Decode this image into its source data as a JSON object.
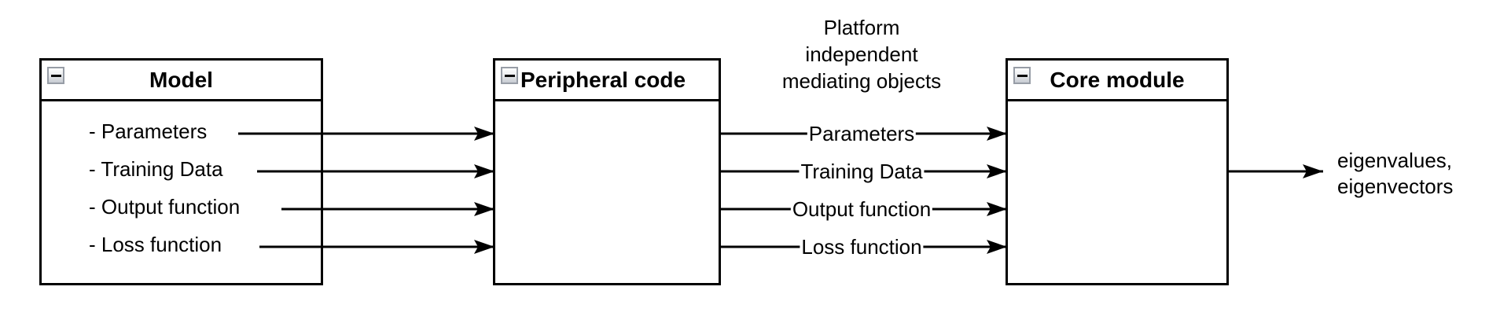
{
  "diagram": {
    "boxes": [
      {
        "title": "Model",
        "items": [
          "- Parameters",
          "- Training Data",
          "- Output function",
          "- Loss function"
        ]
      },
      {
        "title": "Peripheral code",
        "items": []
      },
      {
        "title": "Core module",
        "items": []
      }
    ],
    "edge_labels": [
      "Parameters",
      "Training Data",
      "Output function",
      "Loss function"
    ],
    "notes": {
      "platform": "Platform\nindependent\nmediating objects",
      "output": "eigenvalues,\neigenvectors"
    },
    "colors": {
      "stroke": "#000000",
      "background": "#ffffff",
      "collapse_button_border": "#979da6"
    }
  }
}
